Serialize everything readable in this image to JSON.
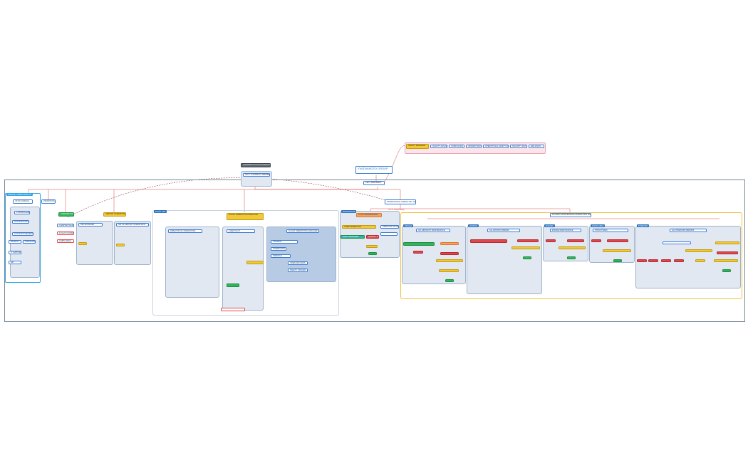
{
  "top": {
    "label_dark": "Quantitative Executive Dashboards",
    "ceo_box": "CEO / CHAIRMAN / PRESIDENT",
    "group_title": "YVADVANCED GROUP",
    "vp_box": "CEO / PRESIDENT",
    "ops_title": "OPERATIONAL DIRECTOR / EVP",
    "safety_manager": "SAFETY MANAGER",
    "safety_items": [
      "QUALITY ASSURANCE",
      "COMPLIANCE",
      "INCIDENT MGT",
      "OPERATIONAL SAFETY MGT",
      "SECURITY MGT",
      "ER/LIASON"
    ]
  },
  "finance": {
    "tag": "FINANCE / ADMINISTRATION",
    "title": "VP OF FINANCE",
    "items": [
      "CONTROLLER",
      "ACCOUNTS PAYABLE",
      "ACCOUNTS RECEIVABLE",
      "PAYROLL",
      "PURCHASING",
      "IT SUPPORT",
      "HR"
    ],
    "side": "PROMOTIONS"
  },
  "charter": {
    "title": "CHARTER SALES",
    "items": [
      "CHARTER SALES",
      "FLIGHT COORDINATOR",
      "CABIN CREW"
    ]
  },
  "airport": {
    "title": "AIRPORT OPERATIONS",
    "left": "FBO MANAGER",
    "right": "GM OF AIRPORT OPERATIONS"
  },
  "flight_ops": {
    "tag": "FLIGHT OPS",
    "title": "FLIGHT OPERATIONS DIRECTOR",
    "left": "DIRECTOR OF OPERATIONS",
    "mid": "CHIEF PILOT",
    "right": "FLIGHT OPERATIONS MANAGER",
    "items": [
      "TRAINING",
      "SCHEDULING",
      "DISPATCH",
      "CREW RECORDS",
      "SAFETY OFFICER"
    ]
  },
  "maintenance": {
    "tag": "MAINTENANCE",
    "title": "VP OF MAINTENANCE",
    "items": [
      "CHIEF INSPECTOR",
      "DIRECTOR OF MAINTENANCE",
      "PARTS MANAGER",
      "QUALITY CONTROL"
    ]
  },
  "dynamic": {
    "title": "DYNAMIC MAINTENANCE OPERATIONS (MRO)",
    "sections": [
      {
        "tag": "HANGAR",
        "title": "ALL AIRCRAFT MAINTENANCE"
      },
      {
        "tag": "AVIONICS",
        "title": "ALL AVIONICS REPAIR"
      },
      {
        "tag": "ENGINES",
        "title": "ENGINE MAINTENANCE"
      },
      {
        "tag": "STRUCTURES",
        "title": "STRUCTURES"
      },
      {
        "tag": "INTERIORS",
        "title": "ALL INTERIORS REPAIRS"
      }
    ]
  },
  "link_label": "Line of Responsibility"
}
